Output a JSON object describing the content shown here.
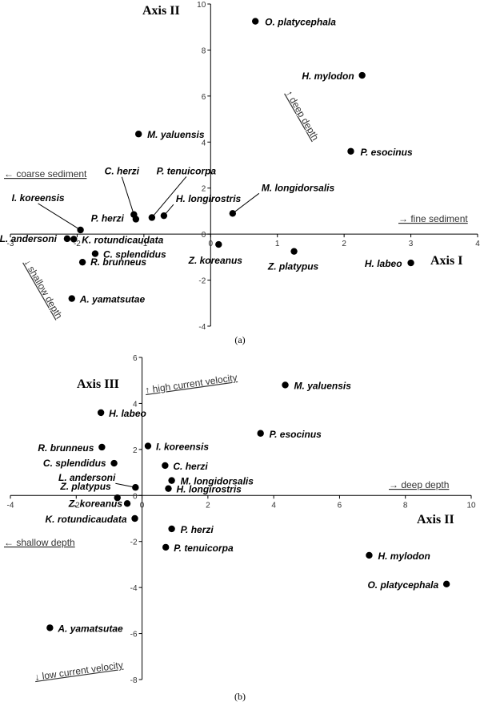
{
  "chart_data": [
    {
      "type": "scatter",
      "caption": "(a)",
      "x_axis_title": "Axis I",
      "y_axis_title": "Axis II",
      "xlim": [
        -3,
        4
      ],
      "ylim": [
        -4,
        10
      ],
      "x_ticks": [
        "-3",
        "-2",
        "-1",
        "0",
        "1",
        "2",
        "3",
        "4"
      ],
      "y_ticks": [
        "-4",
        "-2",
        "0",
        "2",
        "4",
        "6",
        "8",
        "10"
      ],
      "annotations": {
        "left": "← coarse sediment",
        "right": "→ fine sediment",
        "up": "↑ deep depth",
        "down": "↓ shallow depth"
      },
      "points": [
        {
          "label": "O. platycephala",
          "x": 0.67,
          "y": 9.25
        },
        {
          "label": "H. mylodon",
          "x": 2.27,
          "y": 6.9
        },
        {
          "label": "P. esocinus",
          "x": 2.1,
          "y": 3.6
        },
        {
          "label": "M. yaluensis",
          "x": -1.08,
          "y": 4.35
        },
        {
          "label": "C. herzi",
          "x": -1.15,
          "y": 0.85
        },
        {
          "label": "P. tenuicorpa",
          "x": -0.88,
          "y": 0.72
        },
        {
          "label": "H. longirostris",
          "x": -0.7,
          "y": 0.8
        },
        {
          "label": "P. herzi",
          "x": -1.12,
          "y": 0.65
        },
        {
          "label": "M. longidorsalis",
          "x": 0.33,
          "y": 0.9
        },
        {
          "label": "I. koreensis",
          "x": -1.95,
          "y": 0.18
        },
        {
          "label": "L. andersoni",
          "x": -2.15,
          "y": -0.2
        },
        {
          "label": "K. rotundicaudata",
          "x": -2.05,
          "y": -0.22
        },
        {
          "label": "C. splendidus",
          "x": -1.73,
          "y": -0.85
        },
        {
          "label": "R. brunneus",
          "x": -1.92,
          "y": -1.22
        },
        {
          "label": "A. yamatsutae",
          "x": -2.08,
          "y": -2.8
        },
        {
          "label": "Z. koreanus",
          "x": 0.12,
          "y": -0.45
        },
        {
          "label": "Z. platypus",
          "x": 1.25,
          "y": -0.75
        },
        {
          "label": "H. labeo",
          "x": 3.0,
          "y": -1.25
        }
      ]
    },
    {
      "type": "scatter",
      "caption": "(b)",
      "x_axis_title": "Axis II",
      "y_axis_title": "Axis III",
      "xlim": [
        -4,
        10
      ],
      "ylim": [
        -8,
        6
      ],
      "x_ticks": [
        "-4",
        "-2",
        "0",
        "2",
        "4",
        "6",
        "8",
        "10"
      ],
      "y_ticks": [
        "-8",
        "-6",
        "-4",
        "-2",
        "0",
        "2",
        "4",
        "6"
      ],
      "annotations": {
        "left": "← shallow depth",
        "right": "→ deep depth",
        "up": "↑ high current velocity",
        "down": "↓ low current velocity"
      },
      "points": [
        {
          "label": "M. yaluensis",
          "x": 4.35,
          "y": 4.8
        },
        {
          "label": "H. labeo",
          "x": -1.25,
          "y": 3.6
        },
        {
          "label": "P. esocinus",
          "x": 3.6,
          "y": 2.7
        },
        {
          "label": "R. brunneus",
          "x": -1.22,
          "y": 2.1
        },
        {
          "label": "I. koreensis",
          "x": 0.18,
          "y": 2.15
        },
        {
          "label": "C. splendidus",
          "x": -0.85,
          "y": 1.4
        },
        {
          "label": "C. herzi",
          "x": 0.7,
          "y": 1.3
        },
        {
          "label": "L. andersoni",
          "x": -0.2,
          "y": 0.35
        },
        {
          "label": "M. longidorsalis",
          "x": 0.9,
          "y": 0.65
        },
        {
          "label": "H. longirostris",
          "x": 0.8,
          "y": 0.3
        },
        {
          "label": "Z. platypus",
          "x": -0.75,
          "y": -0.1
        },
        {
          "label": "Z. koreanus",
          "x": -0.45,
          "y": -0.35
        },
        {
          "label": "K. rotundicaudata",
          "x": -0.22,
          "y": -1.0
        },
        {
          "label": "P. herzi",
          "x": 0.9,
          "y": -1.45
        },
        {
          "label": "P. tenuicorpa",
          "x": 0.72,
          "y": -2.25
        },
        {
          "label": "H. mylodon",
          "x": 6.9,
          "y": -2.6
        },
        {
          "label": "O. platycephala",
          "x": 9.25,
          "y": -3.85
        },
        {
          "label": "A. yamatsutae",
          "x": -2.8,
          "y": -5.75
        }
      ]
    }
  ]
}
